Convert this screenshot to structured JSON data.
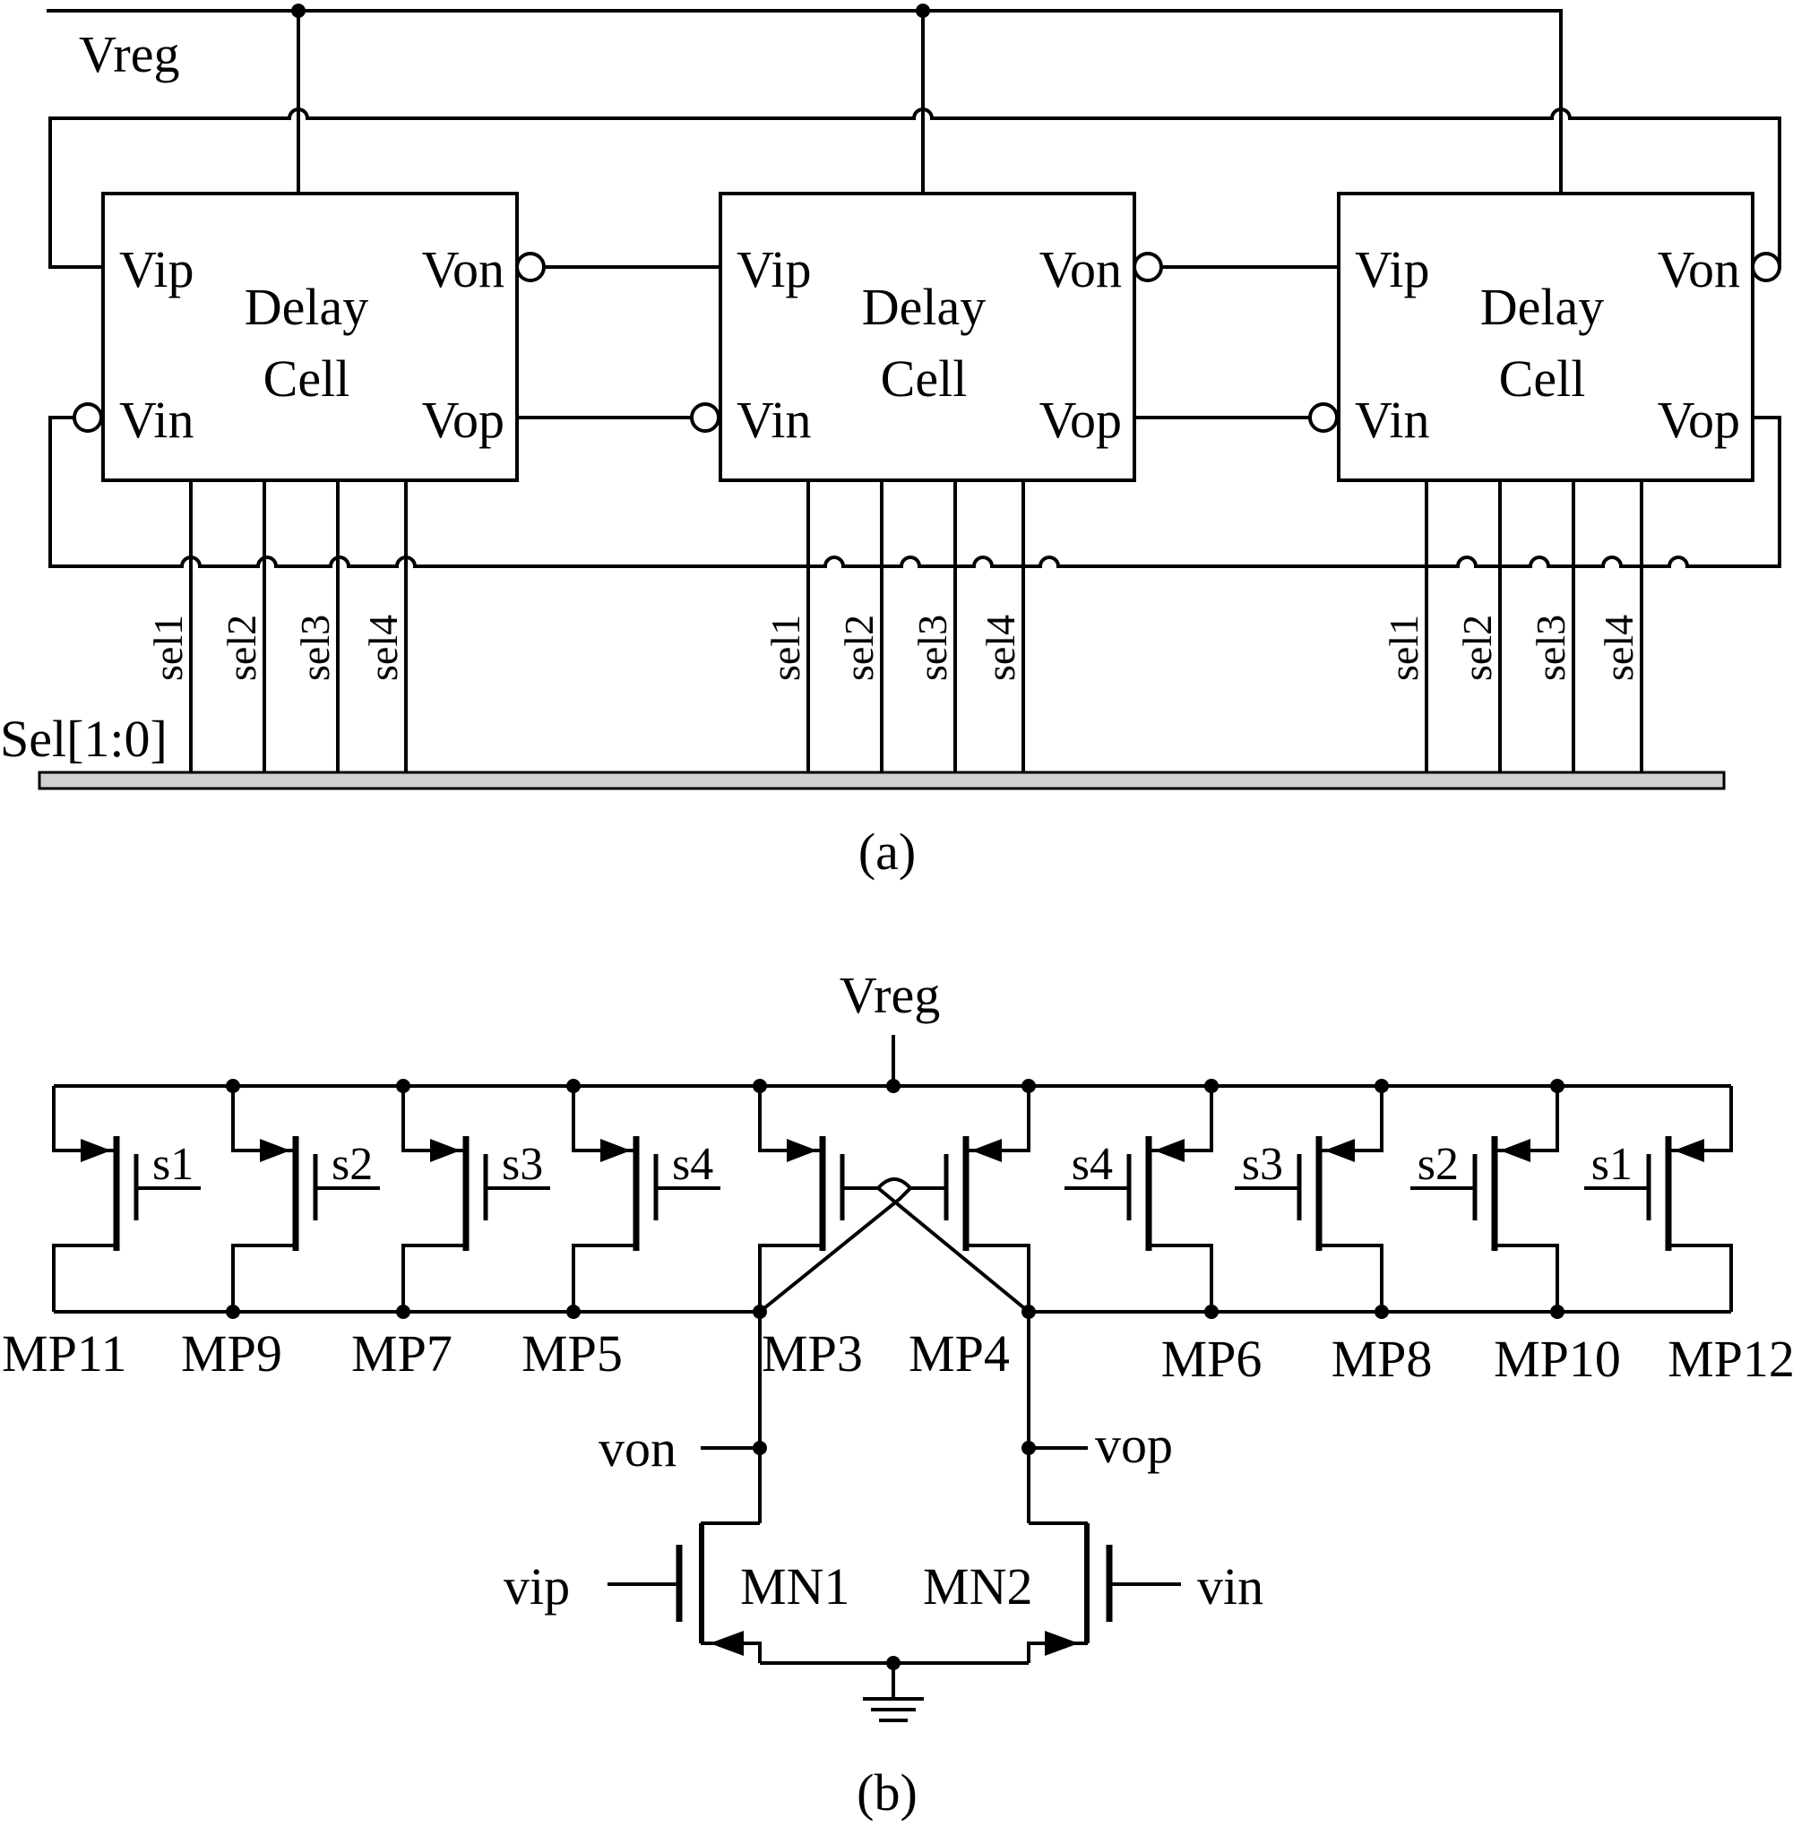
{
  "part_a": {
    "caption": "(a)",
    "supply_label": "Vreg",
    "bus_label": "Sel[1:0]",
    "cells": [
      {
        "title_line1": "Delay",
        "title_line2": "Cell",
        "vip": "Vip",
        "vin": "Vin",
        "von": "Von",
        "vop": "Vop",
        "sels": [
          "sel1",
          "sel2",
          "sel3",
          "sel4"
        ]
      },
      {
        "title_line1": "Delay",
        "title_line2": "Cell",
        "vip": "Vip",
        "vin": "Vin",
        "von": "Von",
        "vop": "Vop",
        "sels": [
          "sel1",
          "sel2",
          "sel3",
          "sel4"
        ]
      },
      {
        "title_line1": "Delay",
        "title_line2": "Cell",
        "vip": "Vip",
        "vin": "Vin",
        "von": "Von",
        "vop": "Vop",
        "sels": [
          "sel1",
          "sel2",
          "sel3",
          "sel4"
        ]
      }
    ]
  },
  "part_b": {
    "caption": "(b)",
    "supply_label": "Vreg",
    "pmos_left": [
      {
        "name": "MP11",
        "gate": "s1"
      },
      {
        "name": "MP9",
        "gate": "s2"
      },
      {
        "name": "MP7",
        "gate": "s3"
      },
      {
        "name": "MP5",
        "gate": "s4"
      }
    ],
    "pmos_center": [
      {
        "name": "MP3"
      },
      {
        "name": "MP4"
      }
    ],
    "pmos_right": [
      {
        "name": "MP6",
        "gate": "s4"
      },
      {
        "name": "MP8",
        "gate": "s3"
      },
      {
        "name": "MP10",
        "gate": "s2"
      },
      {
        "name": "MP12",
        "gate": "s1"
      }
    ],
    "out_left": "von",
    "out_right": "vop",
    "nmos": [
      {
        "name": "MN1",
        "gate": "vip"
      },
      {
        "name": "MN2",
        "gate": "vin"
      }
    ]
  }
}
